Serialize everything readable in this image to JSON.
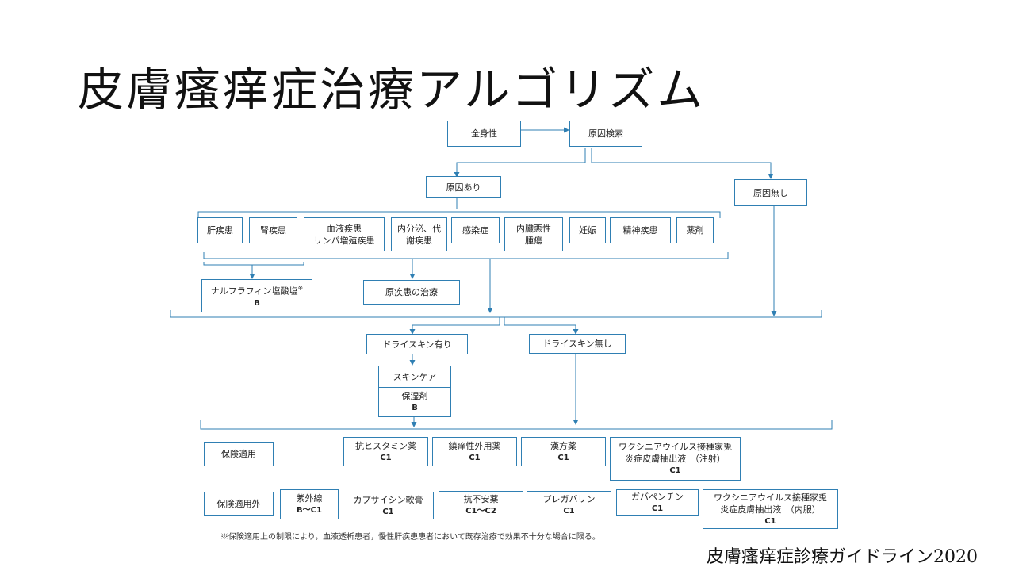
{
  "title": "皮膚瘙痒症治療アルゴリズム",
  "source": "皮膚瘙痒症診療ガイドライン2020",
  "footnote": "※保険適用上の制限により，血液透析患者，慢性肝疾患患者において既存治療で効果不十分な場合に限る。",
  "flow": {
    "systemic": "全身性",
    "cause_search": "原因検索",
    "cause_present": "原因あり",
    "cause_absent": "原因無し",
    "diseases": [
      {
        "line1": "肝疾患",
        "line2": ""
      },
      {
        "line1": "腎疾患",
        "line2": ""
      },
      {
        "line1": "血液疾患",
        "line2": "リンパ増殖疾患"
      },
      {
        "line1": "内分泌、代",
        "line2": "謝疾患"
      },
      {
        "line1": "感染症",
        "line2": ""
      },
      {
        "line1": "内臓悪性",
        "line2": "腫瘍"
      },
      {
        "line1": "妊娠",
        "line2": ""
      },
      {
        "line1": "精神疾患",
        "line2": ""
      },
      {
        "line1": "薬剤",
        "line2": ""
      }
    ],
    "nalfurafine": {
      "name": "ナルフラフィン塩酸塩",
      "mark": "※",
      "grade": "B"
    },
    "primary_treatment": "原疾患の治療",
    "dry_skin_yes": "ドライスキン有り",
    "dry_skin_no": "ドライスキン無し",
    "skincare": "スキンケア",
    "moisturizer": {
      "name": "保湿剤",
      "grade": "B"
    }
  },
  "insured": {
    "label": "保険適用",
    "items": [
      {
        "name": "抗ヒスタミン薬",
        "grade": "C1"
      },
      {
        "name": "鎮痒性外用薬",
        "grade": "C1"
      },
      {
        "name": "漢方薬",
        "grade": "C1"
      },
      {
        "name": "ワクシニアウイルス接種家兎",
        "name2": "炎症皮膚抽出液　（注射）",
        "grade": "C1"
      }
    ]
  },
  "uninsured": {
    "label": "保険適用外",
    "items": [
      {
        "name": "紫外線",
        "grade": "B～C1"
      },
      {
        "name": "カプサイシン軟膏",
        "grade": "C1"
      },
      {
        "name": "抗不安薬",
        "grade": "C1～C2"
      },
      {
        "name": "プレガバリン",
        "grade": "C1"
      },
      {
        "name": "ガバペンチン",
        "grade": "C1"
      },
      {
        "name": "ワクシニアウイルス接種家兎",
        "name2": "炎症皮膚抽出液　（内服）",
        "grade": "C1"
      }
    ]
  },
  "colors": {
    "line": "#2f7fb3",
    "text": "#222222"
  }
}
